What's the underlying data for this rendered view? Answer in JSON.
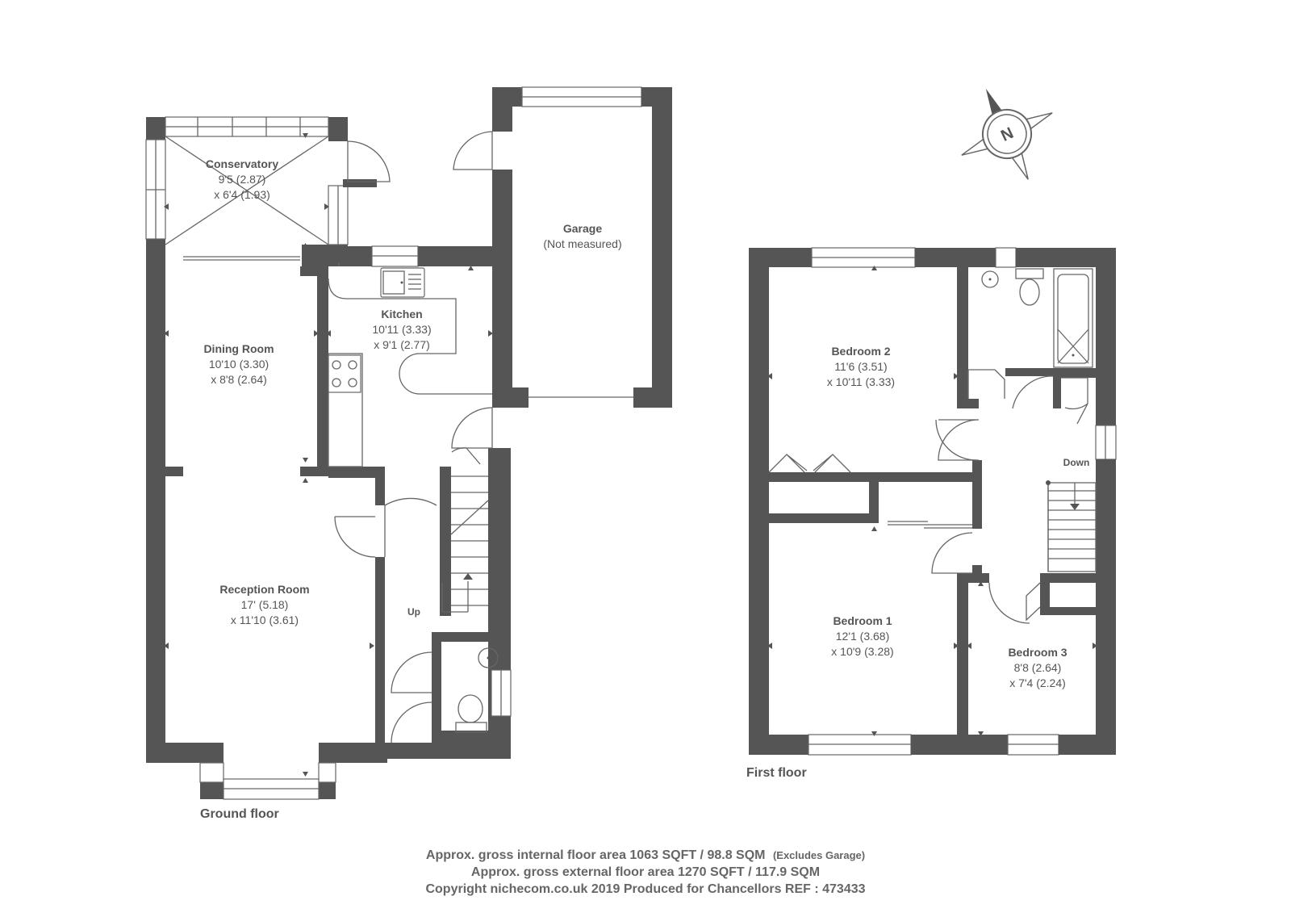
{
  "rooms": {
    "conservatory": {
      "name": "Conservatory",
      "dim1": "9'5 (2.87)",
      "dim2": "x 6'4 (1.93)"
    },
    "garage": {
      "name": "Garage",
      "note": "(Not measured)"
    },
    "kitchen": {
      "name": "Kitchen",
      "dim1": "10'11 (3.33)",
      "dim2": "x 9'1 (2.77)"
    },
    "dining": {
      "name": "Dining Room",
      "dim1": "10'10 (3.30)",
      "dim2": "x 8'8 (2.64)"
    },
    "reception": {
      "name": "Reception Room",
      "dim1": "17' (5.18)",
      "dim2": "x 11'10 (3.61)"
    },
    "bedroom2": {
      "name": "Bedroom 2",
      "dim1": "11'6 (3.51)",
      "dim2": "x 10'11 (3.33)"
    },
    "bedroom1": {
      "name": "Bedroom 1",
      "dim1": "12'1 (3.68)",
      "dim2": "x 10'9 (3.28)"
    },
    "bedroom3": {
      "name": "Bedroom 3",
      "dim1": "8'8 (2.64)",
      "dim2": "x 7'4 (2.24)"
    }
  },
  "stairs": {
    "up": "Up",
    "down": "Down"
  },
  "floors": {
    "ground": "Ground floor",
    "first": "First floor"
  },
  "compass": {
    "letter": "N"
  },
  "footer": {
    "internal": "Approx. gross internal floor area 1063 SQFT / 98.8 SQM",
    "internal_note": "(Excludes Garage)",
    "external": "Approx. gross external floor area 1270 SQFT / 117.9 SQM",
    "copyright": "Copyright nichecom.co.uk 2019 Produced for Chancellors REF : 473433"
  },
  "colors": {
    "wall": "#555555",
    "text": "#555555",
    "footer": "#666666"
  }
}
